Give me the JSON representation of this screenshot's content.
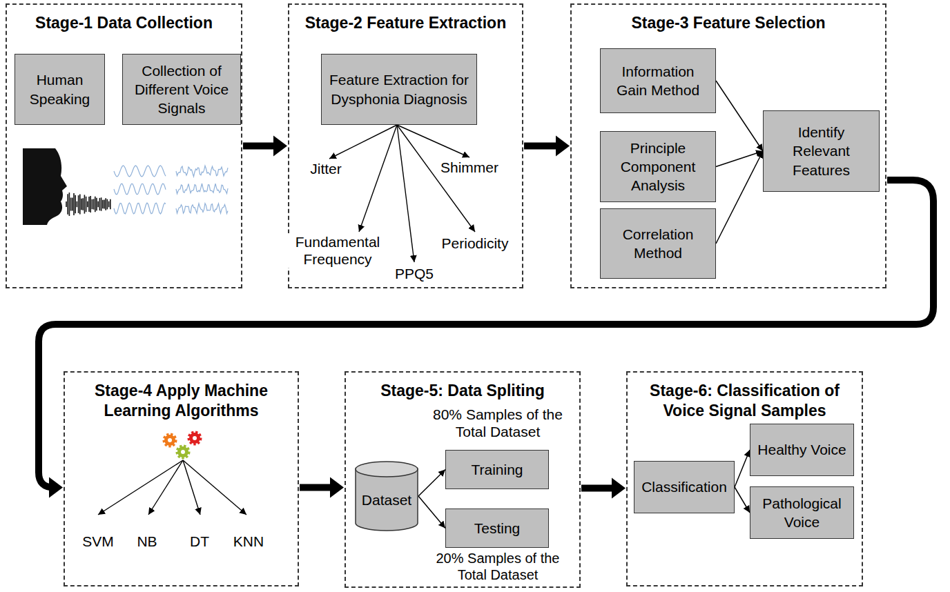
{
  "diagram": {
    "nodes": [
      {
        "text": [
          "Stage-1 Data Collection"
        ]
      },
      {
        "text": [
          "Human Speaking"
        ],
        "in": 0
      },
      {
        "text": [
          "Collection of Different Voice Signals"
        ],
        "in": 0
      },
      {
        "text": [
          "Stage-2 Feature Extraction"
        ]
      },
      {
        "text": [
          "Feature Extraction for Dysphonia Diagnosis"
        ],
        "in": 3
      },
      {
        "text": [
          "Stage-3 Feature Selection"
        ]
      },
      {
        "text": [
          "Information Gain Method"
        ],
        "in": 5
      },
      {
        "text": [
          "Principle Component Analysis"
        ],
        "in": 5
      },
      {
        "text": [
          "Correlation Method"
        ],
        "in": 5
      },
      {
        "text": [
          "Identify Relevant Features"
        ],
        "in": 5
      },
      {
        "text": [
          "Stage-4 Apply Machine Learning Algorithms"
        ]
      },
      {
        "text": [
          "Stage-5: Data Spliting"
        ]
      },
      {
        "text": [
          "Dataset"
        ],
        "in": 11
      },
      {
        "text": [
          "Training"
        ],
        "in": 11
      },
      {
        "text": [
          "Testing"
        ],
        "in": 11
      },
      {
        "text": [
          "Stage-6: Classification of Voice Signal Samples"
        ]
      },
      {
        "text": [
          "Classification"
        ],
        "in": 15
      },
      {
        "text": [
          "Healthy Voice"
        ],
        "in": 15
      },
      {
        "text": [
          "Pathological Voice"
        ],
        "in": 15
      }
    ],
    "edges": [
      {
        "from": 0,
        "to": 3,
        "arrow": "to"
      },
      {
        "from": 3,
        "to": 5,
        "arrow": "to"
      },
      {
        "from": 5,
        "to": 10,
        "arrow": "to"
      },
      {
        "from": 10,
        "to": 11,
        "arrow": "to"
      },
      {
        "from": 11,
        "to": 15,
        "arrow": "to"
      },
      {
        "from": 6,
        "to": 9,
        "arrow": "to"
      },
      {
        "from": 7,
        "to": 9,
        "arrow": "to"
      },
      {
        "from": 8,
        "to": 9,
        "arrow": "to"
      },
      {
        "from": 12,
        "to": 13,
        "arrow": "to"
      },
      {
        "from": 12,
        "to": 14,
        "arrow": "to"
      },
      {
        "from": 16,
        "to": 17,
        "arrow": "to"
      },
      {
        "from": 16,
        "to": 18,
        "arrow": "to"
      }
    ],
    "labels": [
      "Jitter",
      "Shimmer",
      "Fundamental Frequency",
      "PPQ5",
      "Periodicity",
      "SVM",
      "NB",
      "DT",
      "KNN",
      "80% Samples of the Total Dataset",
      "20% Samples of the Total Dataset"
    ]
  }
}
